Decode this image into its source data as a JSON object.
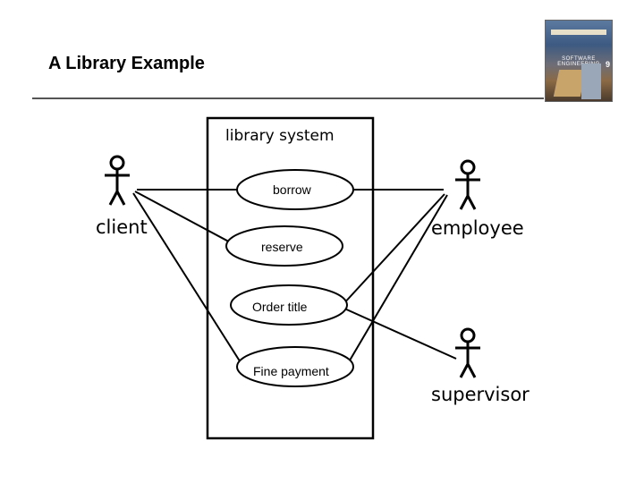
{
  "slide": {
    "title": "A Library Example"
  },
  "book_cover": {
    "edition": "9"
  },
  "diagram": {
    "system_label": "library system",
    "actors": {
      "client": "client",
      "employee": "employee",
      "supervisor": "supervisor"
    },
    "use_cases": {
      "borrow": "borrow",
      "reserve": "reserve",
      "order_title": "Order title",
      "fine_payment": "Fine payment"
    }
  }
}
